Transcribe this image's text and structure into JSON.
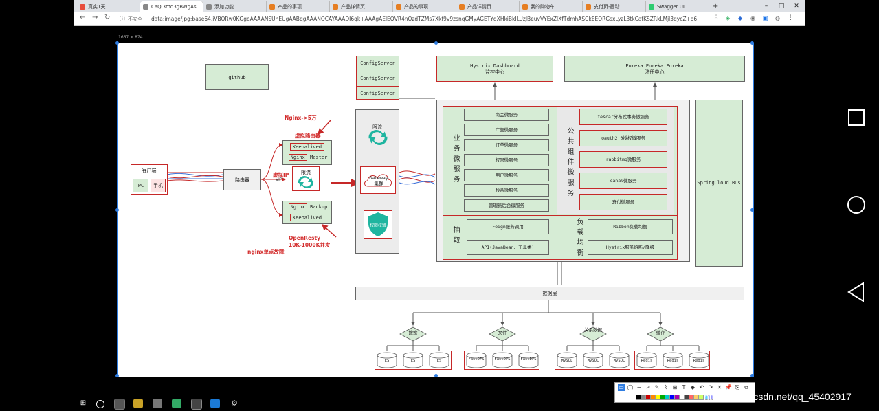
{
  "browser": {
    "tabs": [
      "真实1天",
      "CaQl3mq3gBWgAs",
      "添加功能",
      "产品的事项",
      "产品详情页",
      "产品的事项",
      "产品详情页",
      "我的购物车",
      "支付页-画动",
      "Swagger UI"
    ],
    "insecure_label": "不安全",
    "url": "data:image/jpg;base64,iVBORw0KGgoAAAANSUhEUgAABqgAAANOCAYAAADI6qk+AAAgAElEQVR4nOzdTZMs7Xkf9v9zsnqGMyAGETYdXHkiBkILUzJBeuvVYExZlXfTdmhASCkEEORGsxLyzL3tkCafKSZRkLMjl3qycZ+o6"
  },
  "canvas": {
    "size_label": "1667 × 874"
  },
  "diagram": {
    "github": "github",
    "config_servers": [
      "ConfigServer",
      "ConfigServer",
      "ConfigServer"
    ],
    "hystrix": {
      "line1": "Hystrix Dashboard",
      "line2": "监控中心"
    },
    "eureka": {
      "line1": "Eureka  Eureka  Eureka",
      "line2": "注册中心"
    },
    "nginx_label": "Nginx->5万",
    "virtual_router": "虚拟路由器",
    "keepalived_top": "Keepalived",
    "nginx_master_left": "Nginx",
    "nginx_master_right": "Master",
    "vip_label": "虚拟IP",
    "vip_small": "VIP",
    "lb_label": "限流",
    "nginx_backup_left": "Nginx",
    "nginx_backup_right": "Backup",
    "keepalived_bottom": "Keepalived",
    "openresty": "OpenResty",
    "concurrency": "10K-1000K并发",
    "single_point": "nginx单点故障",
    "client": "客户端",
    "pc": "PC",
    "mobile": "手机",
    "router": "路由器",
    "gw_top": "限流",
    "gateway_line1": "Gateway",
    "gateway_line2": "集群",
    "gw_bottom": "权限校验",
    "business_title": "业务微服务",
    "business_services": [
      "商品微服务",
      "广告微服务",
      "订单微服务",
      "权限微服务",
      "用户微服务",
      "秒杀微服务",
      "管理员后台微服务"
    ],
    "common_title": "公共组件微服务",
    "common_services": [
      "fescar分布式事务微服务",
      "oauth2.0授权微服务",
      "rabbitmq微服务",
      "canal微服务",
      "支付微服务"
    ],
    "extract_title": "抽取",
    "extract_items": [
      "Feign服务调用",
      "API(JavaBean、工具类)"
    ],
    "lb_title": "负载均衡",
    "lb_items": [
      "Ribbon负载均衡",
      "Hystrix服务熔断/降级"
    ],
    "springcloud_bus": "SpringCloud Bus",
    "data_layer": "数据层",
    "groups": [
      {
        "name": "搜索",
        "items": [
          "ES",
          "ES",
          "ES"
        ]
      },
      {
        "name": "文件",
        "items": [
          "FastDFS",
          "FastDFS",
          "FastDFS"
        ]
      },
      {
        "name": "关系数据",
        "items": [
          "MySQL",
          "MySQL",
          "MySQL"
        ]
      },
      {
        "name": "缓存",
        "items": [
          "Redis",
          "Redis",
          "Redis"
        ]
      }
    ]
  },
  "watermark": "https://blog.csdn.net/qq_45402917",
  "colors": {
    "green": "#d6ecd5",
    "red": "#c62828",
    "selection": "#2f7de1"
  }
}
